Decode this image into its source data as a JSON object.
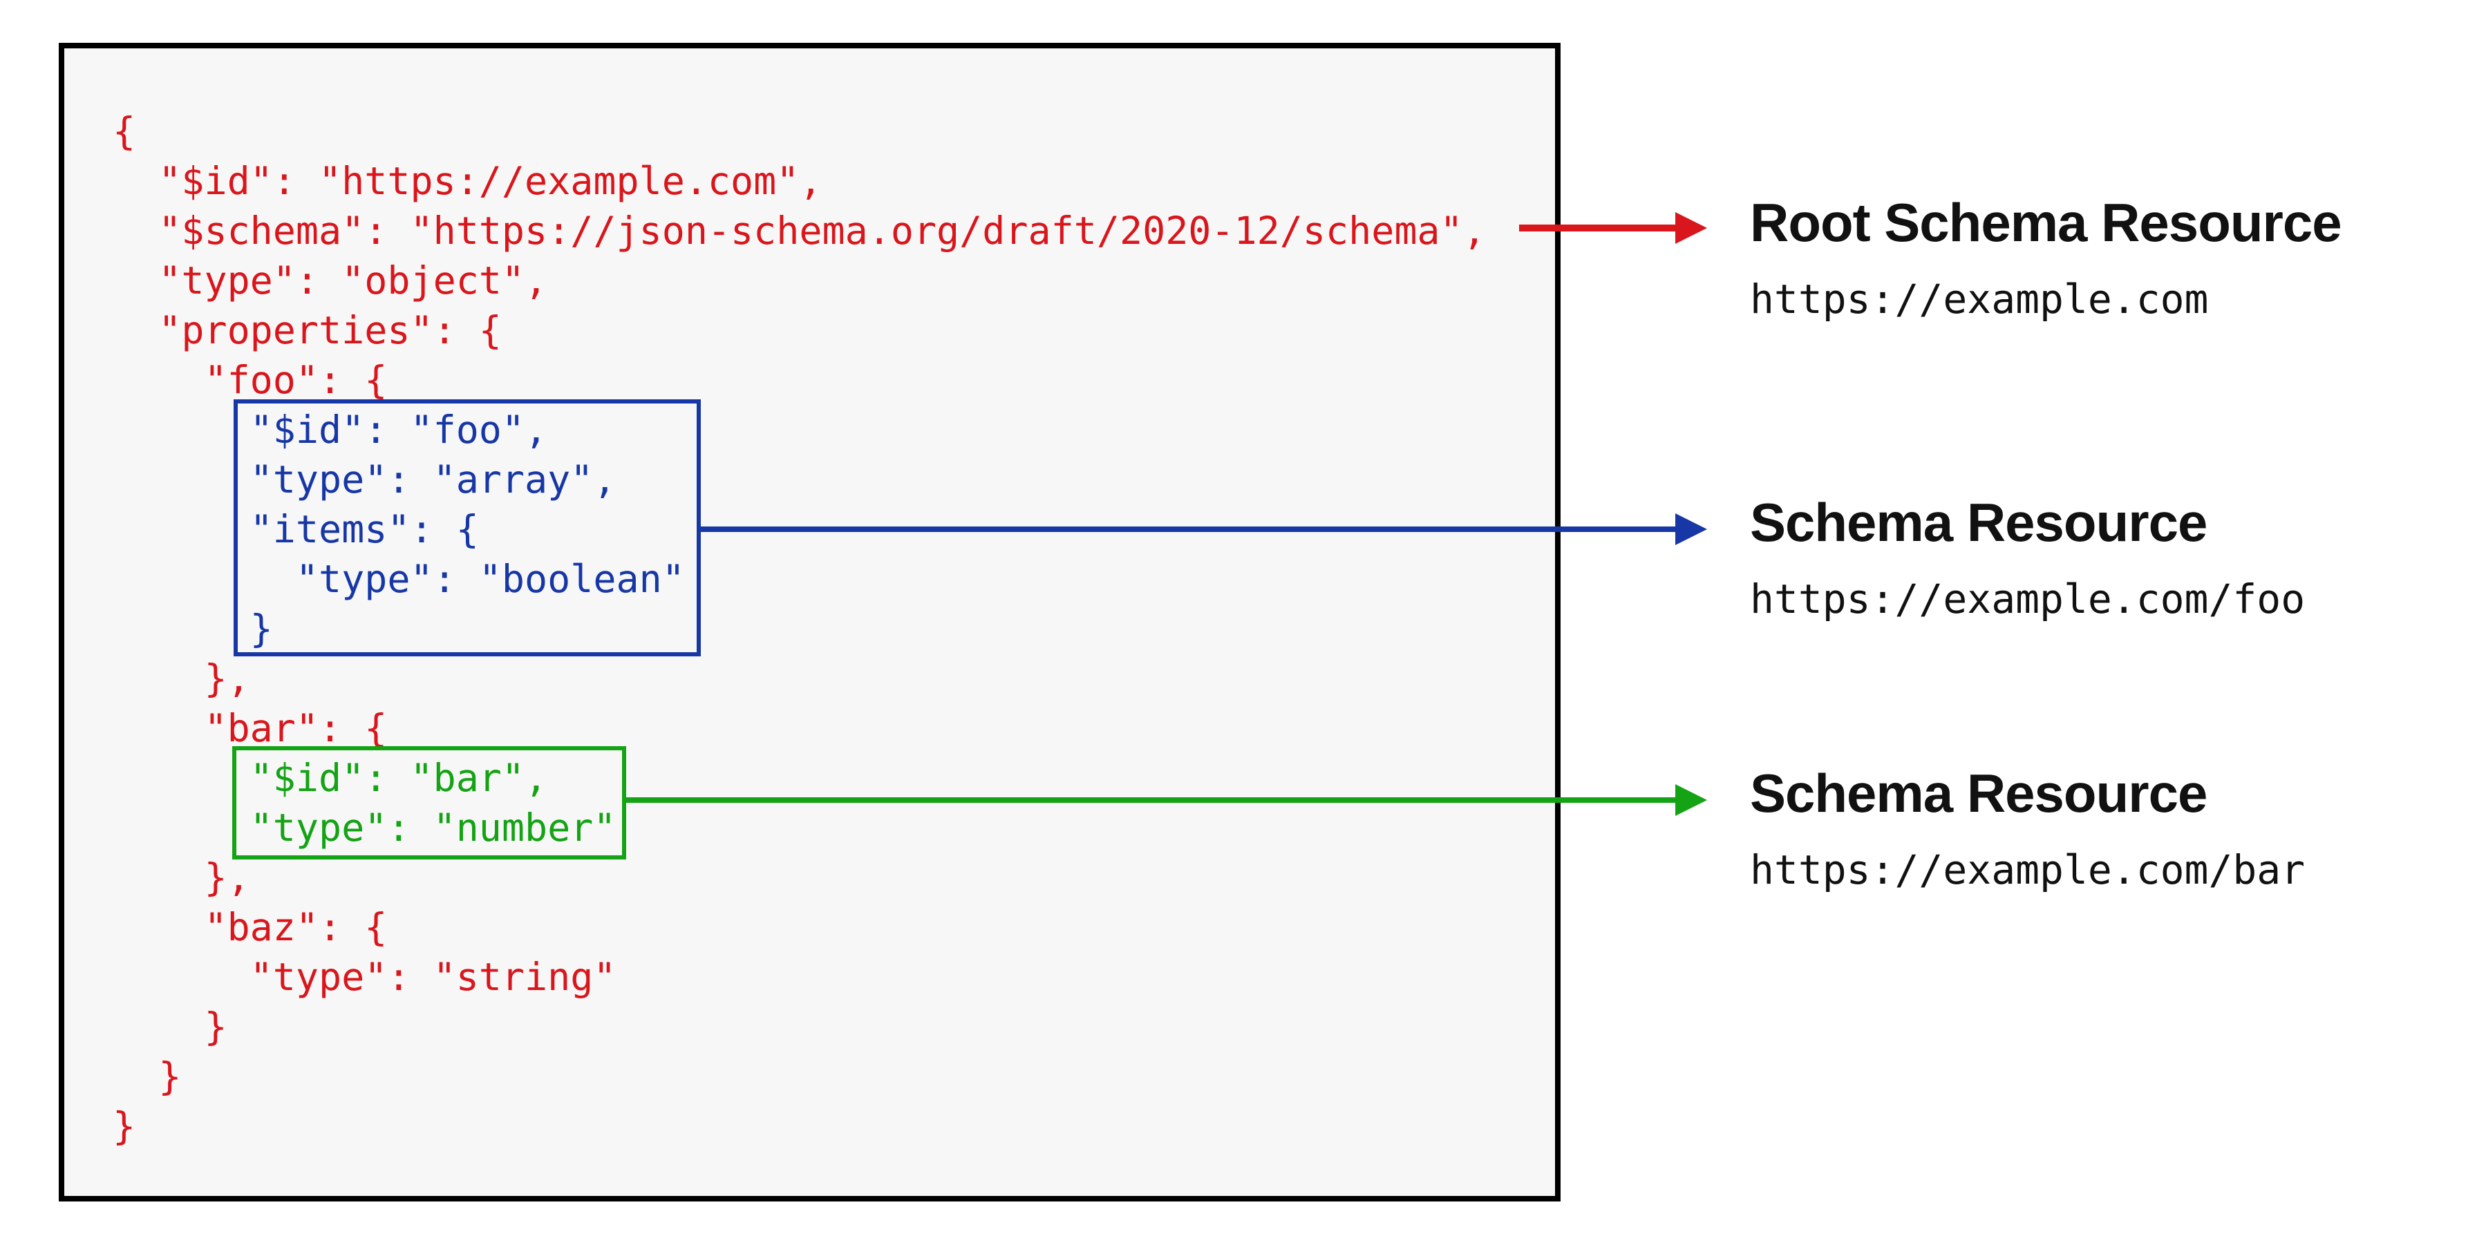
{
  "colors": {
    "red": "#d9161c",
    "blue": "#1737a6",
    "green": "#14a314",
    "panel_border": "#000000",
    "panel_bg": "#f7f7f7",
    "label_text": "#111111"
  },
  "code_lines": [
    {
      "text": "{",
      "color": "red"
    },
    {
      "text": "  \"$id\": \"https://example.com\",",
      "color": "red"
    },
    {
      "text": "  \"$schema\": \"https://json-schema.org/draft/2020-12/schema\",",
      "color": "red"
    },
    {
      "text": "  \"type\": \"object\",",
      "color": "red"
    },
    {
      "text": "  \"properties\": {",
      "color": "red"
    },
    {
      "text": "    \"foo\": {",
      "color": "red"
    },
    {
      "text": "      \"$id\": \"foo\",",
      "color": "blue"
    },
    {
      "text": "      \"type\": \"array\",",
      "color": "blue"
    },
    {
      "text": "      \"items\": {",
      "color": "blue"
    },
    {
      "text": "        \"type\": \"boolean\"",
      "color": "blue"
    },
    {
      "text": "      }",
      "color": "blue"
    },
    {
      "text": "    },",
      "color": "red"
    },
    {
      "text": "    \"bar\": {",
      "color": "red"
    },
    {
      "text": "      \"$id\": \"bar\",",
      "color": "green"
    },
    {
      "text": "      \"type\": \"number\"",
      "color": "green"
    },
    {
      "text": "    },",
      "color": "red"
    },
    {
      "text": "    \"baz\": {",
      "color": "red"
    },
    {
      "text": "      \"type\": \"string\"",
      "color": "red"
    },
    {
      "text": "    }",
      "color": "red"
    },
    {
      "text": "  }",
      "color": "red"
    },
    {
      "text": "}",
      "color": "red"
    }
  ],
  "annotations": [
    {
      "key": "root",
      "color": "red",
      "title": "Root Schema Resource",
      "url": "https://example.com"
    },
    {
      "key": "foo",
      "color": "blue",
      "title": "Schema Resource",
      "url": "https://example.com/foo"
    },
    {
      "key": "bar",
      "color": "green",
      "title": "Schema Resource",
      "url": "https://example.com/bar"
    }
  ]
}
